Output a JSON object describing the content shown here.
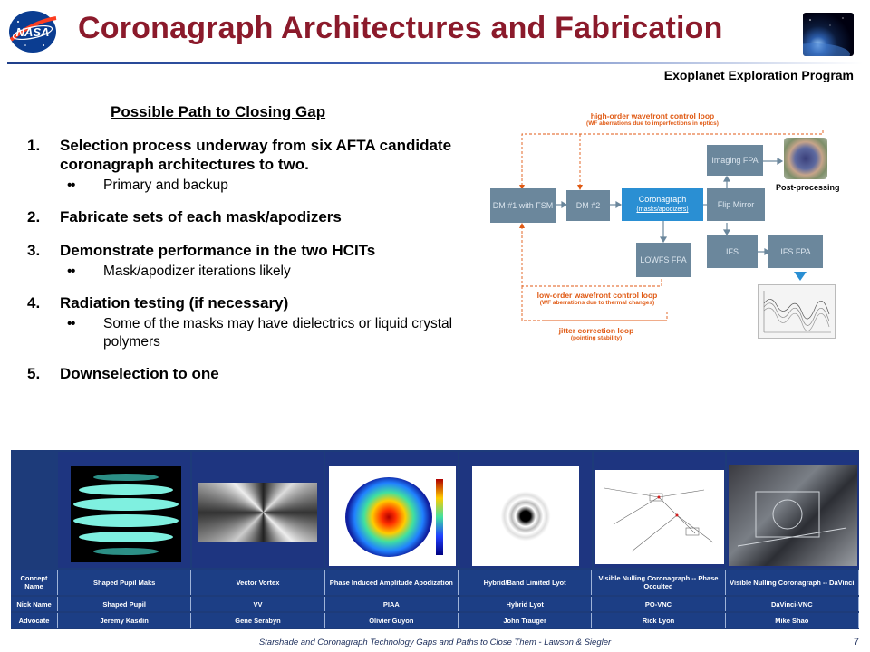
{
  "header": {
    "title": "Coronagraph Architectures and Fabrication",
    "program": "Exoplanet Exploration Program",
    "logo_text": "NASA"
  },
  "plan": {
    "heading": "Possible Path to Closing Gap",
    "steps": [
      {
        "num": "1.",
        "text": "Selection process underway from six AFTA candidate coronagraph architectures to two.",
        "bullets": [
          "Primary and backup"
        ]
      },
      {
        "num": "2.",
        "text": "Fabricate sets of each mask/apodizers",
        "bullets": []
      },
      {
        "num": "3.",
        "text": "Demonstrate performance in the two HCITs",
        "bullets": [
          "Mask/apodizer iterations likely"
        ]
      },
      {
        "num": "4.",
        "text": "Radiation testing (if necessary)",
        "bullets": [
          "Some of the masks may have dielectrics or liquid crystal polymers"
        ]
      },
      {
        "num": "5.",
        "text": "Downselection to one",
        "bullets": []
      }
    ]
  },
  "diagram": {
    "high_loop": "high-order wavefront control loop",
    "high_loop_sub": "(WF aberrations due to imperfections in optics)",
    "low_loop": "low-order wavefront control loop",
    "low_loop_sub": "(WF aberrations due to thermal changes)",
    "jitter_loop": "jitter correction loop",
    "jitter_loop_sub": "(pointing stability)",
    "post_processing": "Post-processing",
    "boxes": {
      "dm1": "DM #1 with FSM",
      "dm2": "DM #2",
      "coronagraph": "Coronagraph",
      "coronagraph_sub": "(masks/apodizers)",
      "imaging": "Imaging FPA",
      "flip": "Flip Mirror",
      "lowfs": "LOWFS FPA",
      "ifs": "IFS",
      "ifs_fpa": "IFS FPA"
    },
    "colors": {
      "accent": "#e05a14",
      "box": "#6b879c",
      "highlight": "#2a8fd3"
    }
  },
  "table": {
    "row_labels": {
      "concept": "Concept Name",
      "nick": "Nick Name",
      "advocate": "Advocate"
    },
    "columns": [
      {
        "concept": "Shaped Pupil Maks",
        "nick": "Shaped Pupil",
        "advocate": "Jeremy Kasdin"
      },
      {
        "concept": "Vector Vortex",
        "nick": "VV",
        "advocate": "Gene Serabyn"
      },
      {
        "concept": "Phase Induced Amplitude Apodization",
        "nick": "PIAA",
        "advocate": "Olivier Guyon"
      },
      {
        "concept": "Hybrid/Band Limited Lyot",
        "nick": "Hybrid Lyot",
        "advocate": "John Trauger"
      },
      {
        "concept": "Visible Nulling Coronagraph -- Phase Occulted",
        "nick": "PO-VNC",
        "advocate": "Rick Lyon"
      },
      {
        "concept": "Visible Nulling Coronagraph -- DaVinci",
        "nick": "DaVinci-VNC",
        "advocate": "Mike Shao"
      }
    ]
  },
  "footer": {
    "text": "Starshade and Coronagraph Technology Gaps and Paths to Close Them - Lawson & Siegler",
    "page": "7"
  }
}
